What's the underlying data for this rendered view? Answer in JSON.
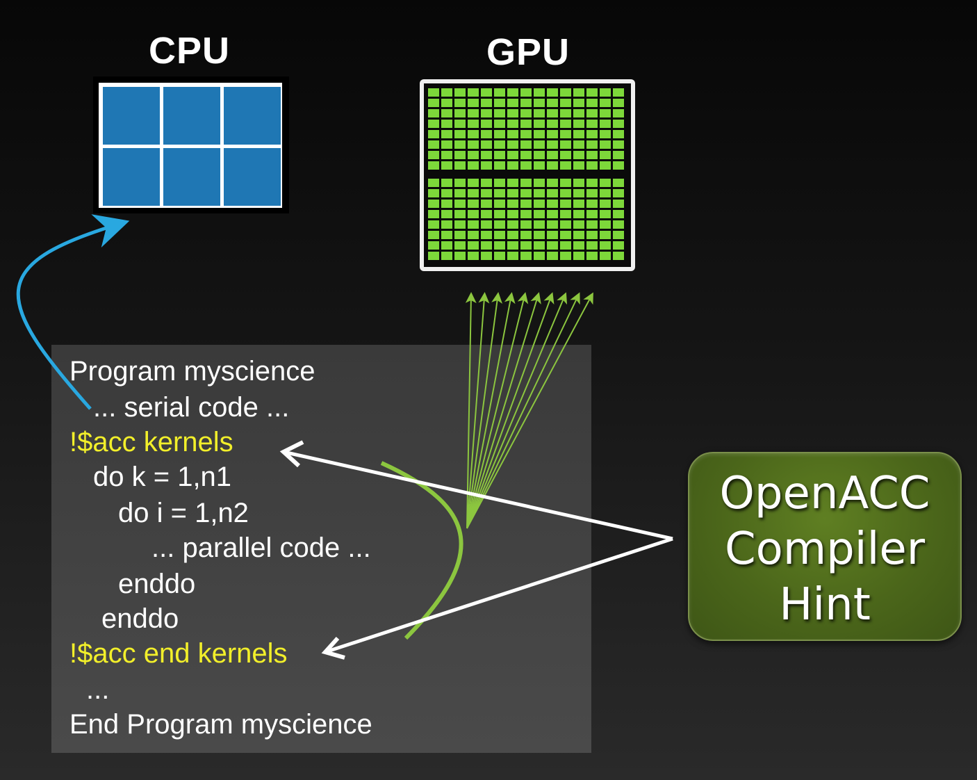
{
  "cpu": {
    "label": "CPU",
    "core_color": "#1f77b4"
  },
  "gpu": {
    "label": "GPU",
    "core_color": "#7dd83a"
  },
  "code": {
    "lines": [
      {
        "text": "Program myscience",
        "kind": "normal"
      },
      {
        "text": "... serial code ...",
        "kind": "normal"
      },
      {
        "text": "!$acc kernels",
        "kind": "directive"
      },
      {
        "text": "do k = 1,n1",
        "kind": "normal"
      },
      {
        "text": "do i = 1,n2",
        "kind": "normal"
      },
      {
        "text": "... parallel code ...",
        "kind": "normal"
      },
      {
        "text": "enddo",
        "kind": "normal"
      },
      {
        "text": "enddo",
        "kind": "normal"
      },
      {
        "text": "!$acc end kernels",
        "kind": "directive"
      },
      {
        "text": "...",
        "kind": "normal"
      },
      {
        "text": "End Program myscience",
        "kind": "normal"
      }
    ],
    "directive_color": "#f2ef2a"
  },
  "hint": {
    "line1": "OpenACC",
    "line2": "Compiler",
    "line3": "Hint",
    "color": "#4b661a"
  },
  "arrows": {
    "serial_to_cpu_color": "#29a8e0",
    "parallel_to_gpu_color": "#8cc63f",
    "hint_color": "#ffffff",
    "parallel_fan_count": 10
  }
}
